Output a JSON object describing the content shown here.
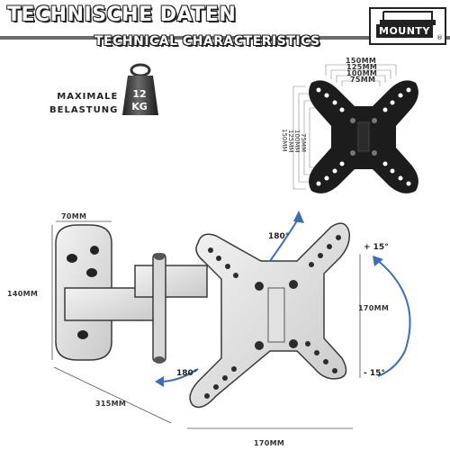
{
  "header": {
    "title": "TECHNISCHE DATEN",
    "subtitle": "TECHNICAL CHARACTERISTICS",
    "logo_text": "MOUNTY",
    "logo_mark": "®"
  },
  "load": {
    "label_line1": "MAXIMALE",
    "label_line2": "BELASTUNG",
    "weight_value": "12",
    "weight_unit": "KG"
  },
  "vesa": {
    "top_labels": [
      "150MM",
      "125MM",
      "100MM",
      "75MM"
    ],
    "side_labels": [
      "150MM",
      "125MM",
      "100MM",
      "75MM"
    ]
  },
  "dimensions": {
    "plate_width": "70MM",
    "plate_height": "140MM",
    "arm_length": "315MM",
    "bracket_width": "170MM",
    "bracket_height": "170MM"
  },
  "angles": {
    "swivel_top": "180°",
    "swivel_bottom": "180°",
    "tilt_up": "+ 15°",
    "tilt_down": "- 15°"
  },
  "colors": {
    "plate_dark": "#1c1c1c",
    "metal_light": "#e0e0e0",
    "outline": "#3a3a3a",
    "arrow_blue": "#3a6fb8"
  }
}
